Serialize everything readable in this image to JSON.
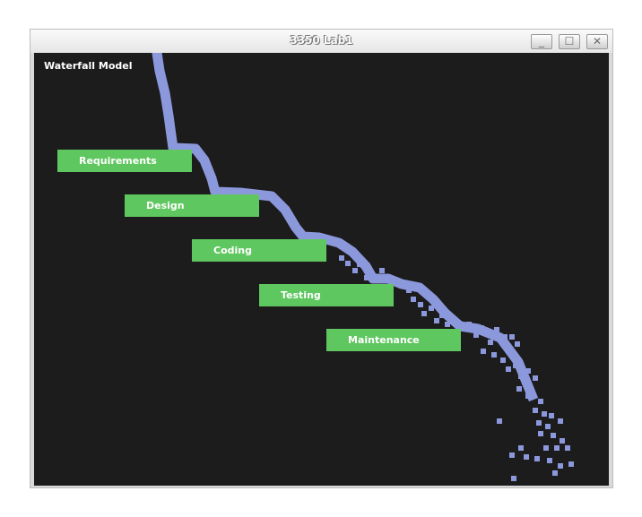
{
  "window": {
    "title": "3350 Lab1",
    "buttons": {
      "minimize": "_",
      "maximize": "☐",
      "close": "✕"
    }
  },
  "canvas": {
    "title": "Waterfall Model",
    "stages": [
      "Requirements",
      "Design",
      "Coding",
      "Testing",
      "Maintenance"
    ],
    "colors": {
      "background": "#1c1c1c",
      "box": "#5fc75f",
      "particle": "#8c98dc"
    }
  }
}
